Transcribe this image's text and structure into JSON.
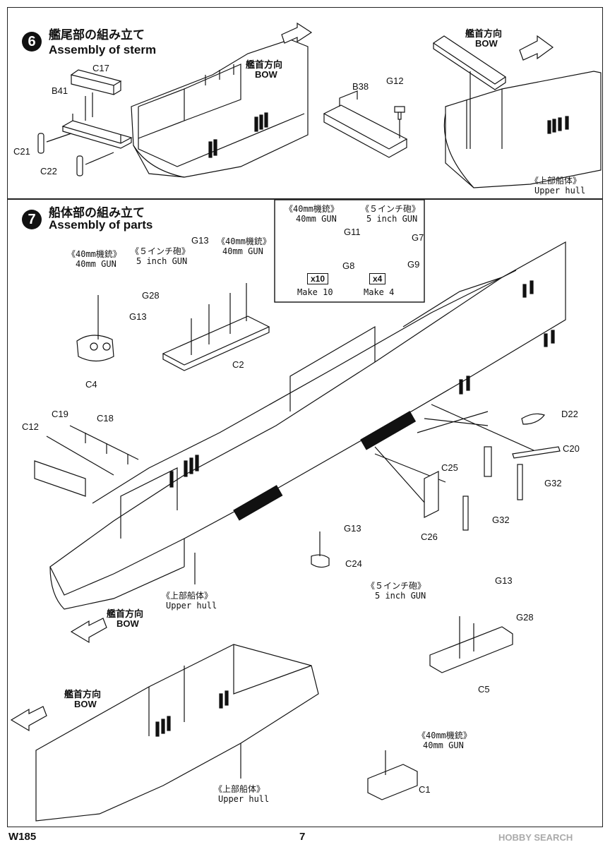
{
  "step6": {
    "number": "6",
    "title_jp": "艦尾部の組み立て",
    "title_en": "Assembly of sterm",
    "parts": {
      "c17": "C17",
      "b41": "B41",
      "c21": "C21",
      "c22": "C22",
      "b38": "B38",
      "g12": "G12"
    },
    "bow_center_jp": "艦首方向",
    "bow_center_en": "BOW",
    "bow_right_jp": "艦首方向",
    "bow_right_en": "BOW",
    "upper_hull_jp": "《上部船体》",
    "upper_hull_en": "Upper hull"
  },
  "step7": {
    "number": "7",
    "title_jp": "船体部の組み立て",
    "title_en": "Assembly of parts",
    "inset": {
      "gun40_jp": "《40mm機銃》",
      "gun40_en": "40mm GUN",
      "gun5_jp": "《５インチ砲》",
      "gun5_en": "5 inch GUN",
      "g11": "G11",
      "g8": "G8",
      "g7": "G7",
      "g9": "G9",
      "mult10": "x10",
      "make10": "Make 10",
      "mult4": "x4",
      "make4": "Make 4"
    },
    "left_group": {
      "gun40_jp": "《40mm機銃》",
      "gun40_en": "40mm GUN",
      "g13": "G13",
      "c4": "C4"
    },
    "c2_group": {
      "gun5_jp": "《５インチ砲》",
      "gun5_en": "5 inch GUN",
      "g13": "G13",
      "gun40_jp": "《40mm機銃》",
      "gun40_en": "40mm GUN",
      "g28": "G28",
      "c2": "C2"
    },
    "parts": {
      "c19": "C19",
      "c18": "C18",
      "c12": "C12",
      "d22": "D22",
      "c20": "C20",
      "c25": "C25",
      "g32a": "G32",
      "c26": "C26",
      "g32b": "G32",
      "g13": "G13",
      "c24": "C24"
    },
    "upper_hull_jp": "《上部船体》",
    "upper_hull_en": "Upper hull",
    "bow1_jp": "艦首方向",
    "bow1_en": "BOW",
    "c5_group": {
      "gun5_jp": "《５インチ砲》",
      "gun5_en": "5 inch GUN",
      "g13": "G13",
      "g28": "G28",
      "c5": "C5"
    },
    "bow2_jp": "艦首方向",
    "bow2_en": "BOW",
    "c1_group": {
      "gun40_jp": "《40mm機銃》",
      "gun40_en": "40mm GUN",
      "c1": "C1"
    },
    "upper_hull2_jp": "《上部船体》",
    "upper_hull2_en": "Upper hull"
  },
  "footer": {
    "code": "W185",
    "page": "7",
    "watermark": "HOBBY SEARCH"
  },
  "colors": {
    "ink": "#111111",
    "panel_border": "#222222",
    "watermark": "#aaaaaa"
  }
}
